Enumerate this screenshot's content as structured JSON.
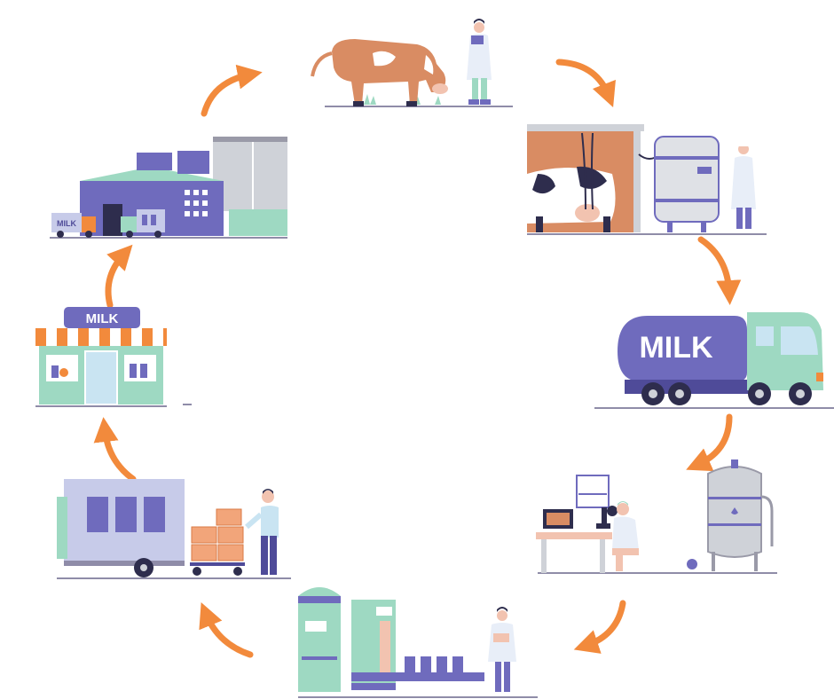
{
  "stages": [
    {
      "id": "grazing",
      "name": "cow-grazing-stage"
    },
    {
      "id": "milking",
      "name": "milking-stage"
    },
    {
      "id": "transport",
      "name": "milk-tanker-stage",
      "label": "MILK"
    },
    {
      "id": "testing",
      "name": "lab-testing-stage"
    },
    {
      "id": "processing",
      "name": "processing-line-stage"
    },
    {
      "id": "delivery",
      "name": "delivery-truck-stage"
    },
    {
      "id": "store",
      "name": "milk-store-stage",
      "label": "MILK"
    },
    {
      "id": "factory",
      "name": "dairy-factory-stage",
      "label": "MILK"
    }
  ],
  "colors": {
    "arrow": "#f28a3c",
    "purple": "#6f6bbd",
    "mint": "#9ed9c2",
    "cow": "#d98c63",
    "steel": "#cfd2d8"
  }
}
